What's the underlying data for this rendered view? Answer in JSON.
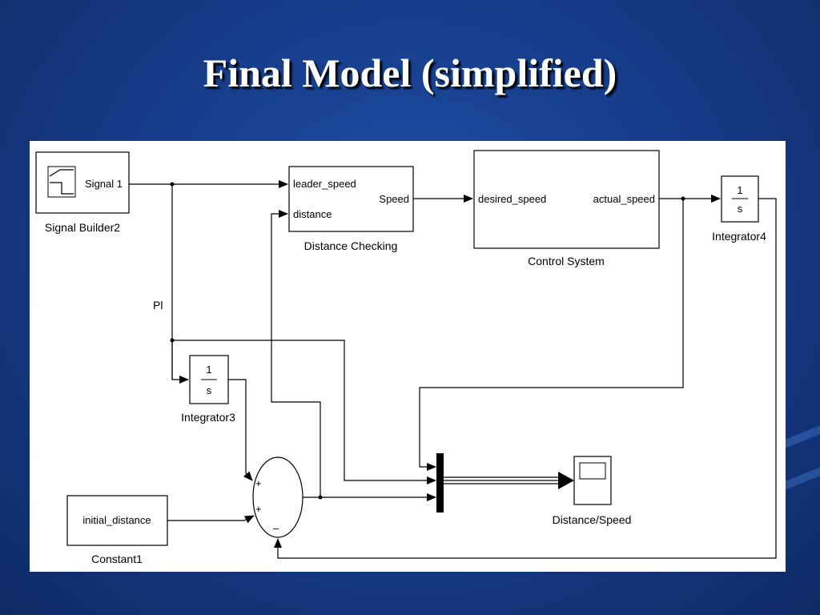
{
  "slide": {
    "title": "Final Model (simplified)"
  },
  "diagram": {
    "signal_builder": {
      "label": "Signal Builder2",
      "port_out": "Signal 1"
    },
    "distance_checking": {
      "label": "Distance Checking",
      "port_in_1": "leader_speed",
      "port_in_2": "distance",
      "port_out": "Speed"
    },
    "control_system": {
      "label": "Control System",
      "port_in": "desired_speed",
      "port_out": "actual_speed"
    },
    "integrator4": {
      "label": "Integrator4",
      "numerator": "1",
      "denominator": "s"
    },
    "integrator3": {
      "label": "Integrator3",
      "numerator": "1",
      "denominator": "s"
    },
    "constant": {
      "label": "Constant1",
      "value": "initial_distance"
    },
    "sum": {
      "sign_1": "+",
      "sign_2": "+",
      "sign_3": "–"
    },
    "scope": {
      "label": "Distance/Speed"
    },
    "signal_label": "Pl"
  }
}
